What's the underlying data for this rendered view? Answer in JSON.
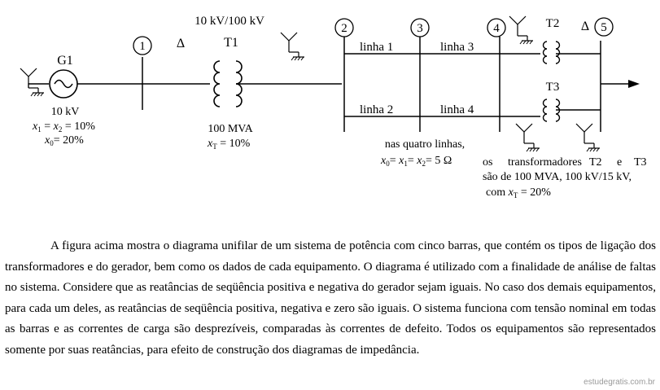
{
  "diagram": {
    "buses": [
      {
        "id": "bus-1",
        "label": "1"
      },
      {
        "id": "bus-2",
        "label": "2"
      },
      {
        "id": "bus-3",
        "label": "3"
      },
      {
        "id": "bus-4",
        "label": "4"
      },
      {
        "id": "bus-5",
        "label": "5"
      }
    ],
    "generator": {
      "name": "G1",
      "voltage": "10 kV",
      "x1": "x",
      "x1_sub": "1",
      "x1_eq": " = ",
      "x2": "x",
      "x2_sub": "2",
      "x2_val": " = 10%",
      "x0": "x",
      "x0_sub": "0",
      "x0_val": "= 20%"
    },
    "t1": {
      "rating": "10 kV/100 kV",
      "name": "T1",
      "power": "100 MVA",
      "xt": "x",
      "xt_sub": "T",
      "xt_val": " = 10%"
    },
    "lines": [
      {
        "label": "linha 1"
      },
      {
        "label": "linha 3"
      },
      {
        "label": "linha 2"
      },
      {
        "label": "linha 4"
      }
    ],
    "lines_note": {
      "line1": "nas quatro linhas,",
      "a": "x",
      "a_sub": "0",
      "b": "x",
      "b_sub": "1",
      "c": "x",
      "c_sub": "2",
      "eq1": "= ",
      "eq2": "= ",
      "val": "= 5 Ω"
    },
    "t2": {
      "name": "T2"
    },
    "t3": {
      "name": "T3"
    },
    "transformers_note": {
      "line1_words": [
        "os",
        "transformadores",
        "T2",
        "e",
        "T3"
      ],
      "line2": "são de 100 MVA, 100 kV/15 kV,",
      "line3_pre": "com ",
      "xt": "x",
      "xt_sub": "T",
      "line3_val": " = 20%"
    },
    "delta_symbol": "Δ"
  },
  "paragraph": "A figura acima mostra o diagrama unifilar de um sistema de potência com cinco barras, que contém os tipos de ligação dos transformadores e do gerador, bem como os dados de cada equipamento. O diagrama é utilizado com a finalidade de análise de faltas no sistema. Considere que as reatâncias de seqüência positiva e negativa do gerador sejam iguais. No caso dos demais equipamentos, para cada um deles, as reatâncias de seqüência positiva, negativa e zero são iguais. O sistema funciona com tensão nominal em todas as barras e as correntes de carga são desprezíveis, comparadas às correntes de defeito. Todos os equipamentos são representados somente por suas reatâncias, para efeito de construção dos diagramas de impedância.",
  "watermark": "estudegratis.com.br"
}
